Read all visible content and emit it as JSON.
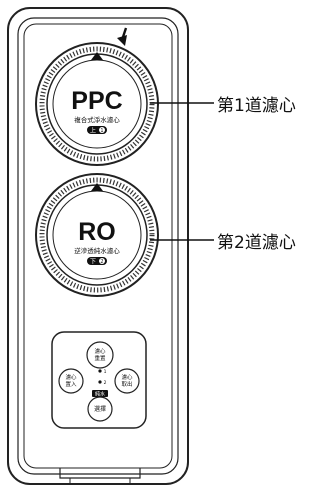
{
  "filters": [
    {
      "name": "PPC",
      "subtitle": "複合式淨水濾心",
      "badge_left": "上",
      "badge_right": "1",
      "callout": "第1道濾心"
    },
    {
      "name": "RO",
      "subtitle": "逆滲透純水濾心",
      "badge_left": "下",
      "badge_right": "2",
      "callout": "第2道濾心"
    }
  ],
  "control_panel": {
    "top_button": {
      "line1": "濾心",
      "line2": "重置"
    },
    "left_button": {
      "line1": "濾心",
      "line2": "置入"
    },
    "right_button": {
      "line1": "濾心",
      "line2": "取出"
    },
    "bottom_button": {
      "label": "選擇"
    },
    "center_label": "純水",
    "indicator_1": "1",
    "indicator_2": "2"
  },
  "icons": [
    "arrow-down-icon",
    "arrow-up-icon"
  ]
}
